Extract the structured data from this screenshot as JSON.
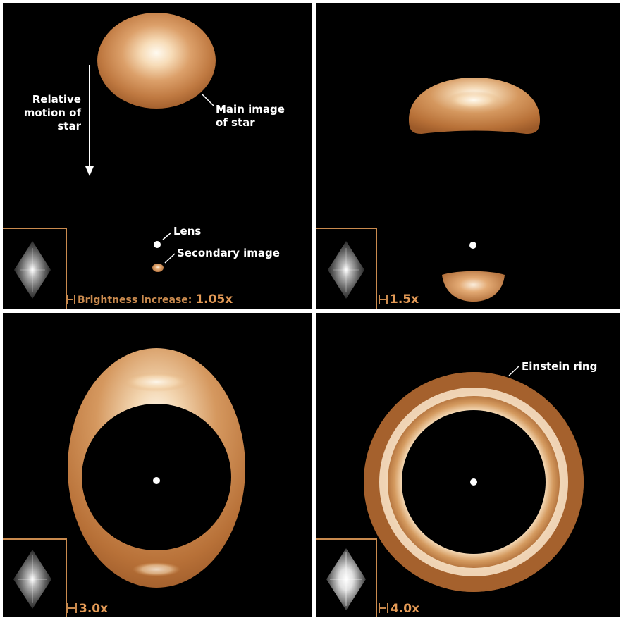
{
  "panels": [
    {
      "brightness_prefix": "Brightness increase: ",
      "brightness_value": "1.05x",
      "labels": {
        "motion_line1": "Relative",
        "motion_line2": "motion of",
        "motion_line3": "star",
        "main_line1": "Main image",
        "main_line2": "of star",
        "lens": "Lens",
        "secondary": "Secondary image"
      }
    },
    {
      "brightness_value": "1.5x"
    },
    {
      "brightness_value": "3.0x"
    },
    {
      "brightness_value": "4.0x",
      "labels": {
        "ring": "Einstein ring"
      }
    }
  ],
  "colors": {
    "background": "#000000",
    "divider": "#ffffff",
    "accent": "#c98a4e",
    "image_light": "#fdf0dc",
    "image_dark": "#b06c36"
  }
}
